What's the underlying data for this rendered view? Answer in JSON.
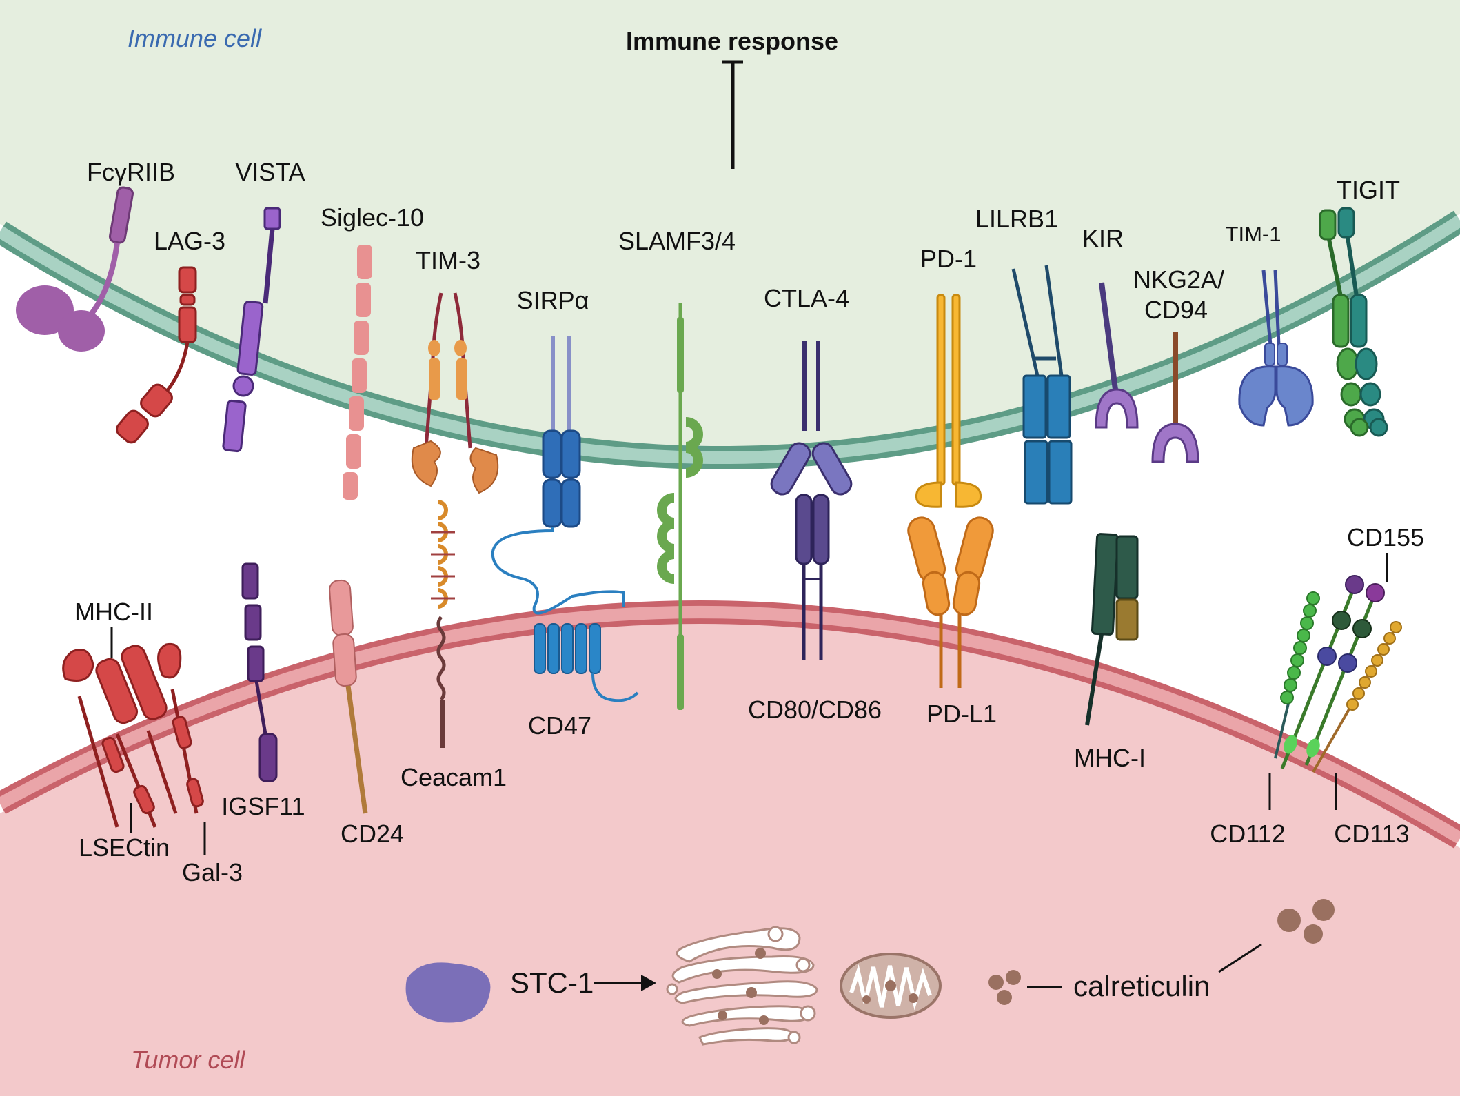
{
  "cells": {
    "immune": {
      "name": "Immune cell",
      "color": "#3a6ab0",
      "fill": "#e5eedf",
      "membrane": "#5e9c86"
    },
    "tumor": {
      "name": "Tumor cell",
      "color": "#b04a55",
      "fill": "#f3c9cb",
      "membrane": "#c9636b"
    }
  },
  "immune_response": "Immune response",
  "immune_receptors": {
    "fcgriib": "FcγRIIB",
    "lag3": "LAG-3",
    "vista": "VISTA",
    "siglec10": "Siglec-10",
    "tim3": "TIM-3",
    "sirpa": "SIRPα",
    "slamf": "SLAMF3/4",
    "ctla4": "CTLA-4",
    "pd1": "PD-1",
    "lilrb1": "LILRB1",
    "kir": "KIR",
    "nkg2a_1": "NKG2A/",
    "nkg2a_2": "CD94",
    "tim1": "TIM-1",
    "tigit": "TIGIT"
  },
  "tumor_ligands": {
    "mhc2": "MHC-II",
    "lsectin": "LSECtin",
    "gal3": "Gal-3",
    "igsf11": "IGSF11",
    "cd24": "CD24",
    "ceacam1": "Ceacam1",
    "cd47": "CD47",
    "cd80": "CD80/CD86",
    "pdl1": "PD-L1",
    "mhc1": "MHC-I",
    "cd155": "CD155",
    "cd112": "CD112",
    "cd113": "CD113"
  },
  "intracellular": {
    "stc1": "STC-1",
    "calreticulin": "calreticulin"
  }
}
